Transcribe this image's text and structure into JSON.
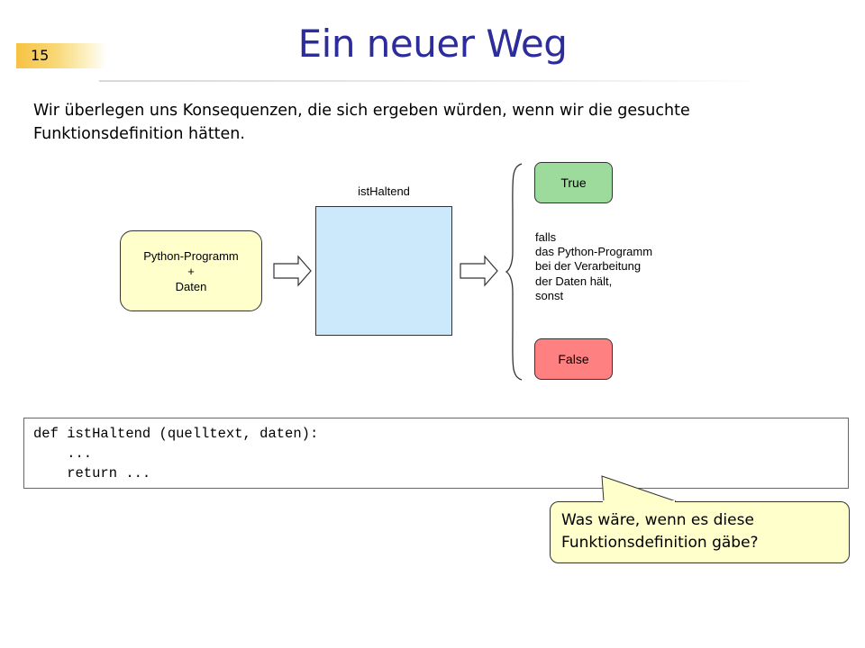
{
  "slide": {
    "number": "15",
    "title": "Ein neuer Weg",
    "intro": "Wir überlegen uns Konsequenzen, die sich ergeben würden, wenn wir die gesuchte Funktionsdefinition hätten."
  },
  "diagram": {
    "input_box": {
      "lines": [
        "Python-Programm",
        "+",
        "Daten"
      ],
      "color": "#ffffcc"
    },
    "machine": {
      "label": "istHaltend",
      "color": "#cce8fb"
    },
    "result_true": {
      "label": "True",
      "color": "#9ddb9d"
    },
    "result_false": {
      "label": "False",
      "color": "#ff8080"
    },
    "condition_lines": [
      "falls",
      "das Python-Programm",
      "bei der Verarbeitung",
      "der Daten hält,",
      "sonst"
    ]
  },
  "code": {
    "lines": [
      "def istHaltend (quelltext, daten):",
      "    ...",
      "    return ..."
    ]
  },
  "callout": {
    "text": "Was wäre, wenn es diese Funktionsdefinition gäbe?"
  },
  "colors": {
    "title": "#2c2c9a",
    "slide_number_bar": "#f6c343"
  }
}
